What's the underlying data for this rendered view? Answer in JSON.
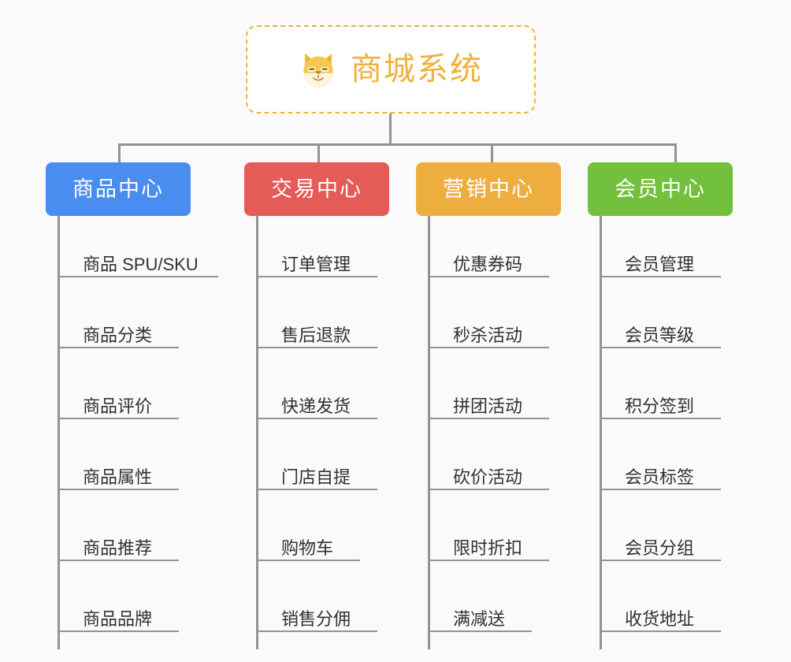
{
  "root": {
    "title": "商城系统",
    "icon": "shiba-dog-icon",
    "border_color": "#f0b13c",
    "text_color": "#f0b13c",
    "background": "#ffffff"
  },
  "canvas": {
    "background": "#fafafa",
    "connector_color": "#919398"
  },
  "columns": [
    {
      "label": "商品中心",
      "color": "#4a8df0",
      "items": [
        "商品 SPU/SKU",
        "商品分类",
        "商品评价",
        "商品属性",
        "商品推荐",
        "商品品牌"
      ]
    },
    {
      "label": "交易中心",
      "color": "#e45b58",
      "items": [
        "订单管理",
        "售后退款",
        "快递发货",
        "门店自提",
        "购物车",
        "销售分佣"
      ]
    },
    {
      "label": "营销中心",
      "color": "#eeae3f",
      "items": [
        "优惠券码",
        "秒杀活动",
        "拼团活动",
        "砍价活动",
        "限时折扣",
        "满减送"
      ]
    },
    {
      "label": "会员中心",
      "color": "#72c03c",
      "items": [
        "会员管理",
        "会员等级",
        "积分签到",
        "会员标签",
        "会员分组",
        "收货地址"
      ]
    }
  ]
}
